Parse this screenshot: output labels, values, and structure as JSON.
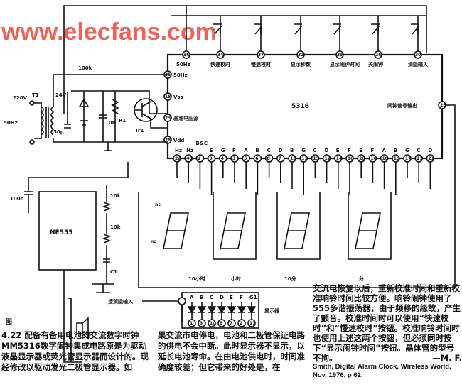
{
  "chip": {
    "name": "5316",
    "top_pins": [
      {
        "num": "36",
        "label": "50Hz"
      },
      {
        "num": "34",
        "label": "快速校时"
      },
      {
        "num": "37",
        "label": "慢速校时"
      },
      {
        "num": "32",
        "label": "显示秒数"
      },
      {
        "num": "39",
        "label": "显示闹钟时间"
      },
      {
        "num": "26",
        "label": "关闹钟"
      },
      {
        "num": "30",
        "label": "消隐输入"
      }
    ],
    "left_pins": [
      {
        "num": "35",
        "label": "50Hz"
      },
      {
        "num": "18",
        "label": "Vss"
      },
      {
        "num": "23",
        "label": "基准电压源"
      },
      {
        "num": "28",
        "label": "Vdd"
      }
    ],
    "right_pin": {
      "num": "25",
      "label": "闹钟信号输出"
    },
    "bottom_pins": [
      {
        "num": "22",
        "label": "Hz"
      },
      {
        "num": "40",
        "label": "Hz"
      },
      {
        "num": "2",
        "label": "B&C"
      },
      {
        "num": "9",
        "label": "E"
      },
      {
        "num": "4",
        "label": "G"
      },
      {
        "num": "3",
        "label": "F"
      },
      {
        "num": "5",
        "label": "A"
      },
      {
        "num": "6",
        "label": "B"
      },
      {
        "num": "8",
        "label": "C"
      },
      {
        "num": "7",
        "label": "D"
      },
      {
        "num": "13",
        "label": "B"
      },
      {
        "num": "11",
        "label": "G"
      },
      {
        "num": "15",
        "label": "C"
      },
      {
        "num": "12",
        "label": "D"
      },
      {
        "num": "14",
        "label": "E"
      },
      {
        "num": "10",
        "label": "F"
      },
      {
        "num": "20",
        "label": "E"
      },
      {
        "num": "16",
        "label": "F"
      },
      {
        "num": "18",
        "label": "A"
      },
      {
        "num": "19",
        "label": "B"
      },
      {
        "num": "17",
        "label": "G"
      },
      {
        "num": "27",
        "label": "C"
      },
      {
        "num": "21",
        "label": "D"
      }
    ]
  },
  "power": {
    "input_voltage": "220V",
    "transformer": "T1",
    "frequency": "50Hz",
    "secondary": "24V",
    "cap_filter": "50µ",
    "resistor": "100k",
    "cap_small": "10n",
    "pot": "R1",
    "transistor": "Tr1"
  },
  "oscillator": {
    "ic": "NE555",
    "cap_coupling": "100n",
    "r1": "10k",
    "r2": "10k",
    "cap_timing": "C1"
  },
  "displays": {
    "labels": [
      "10小时",
      "小时",
      "10分",
      "分"
    ],
    "nc": "nc"
  },
  "led_display": {
    "segments": [
      "A",
      "B",
      "C",
      "D",
      "E",
      "F",
      "G1"
    ],
    "pins": [
      "1",
      "3",
      "10",
      "8",
      "7",
      "2",
      "11"
    ],
    "input_label": "接消隐输入",
    "display_label": "显示器"
  },
  "watermark": "www.elecfans.com",
  "figure_mark": "图",
  "article": {
    "number": "4.22",
    "title": "配备有备用电池的交流数字时钟",
    "col1": "MM5316数字闹钟集成电路原是为驱动液晶显示器或荧光管显示器而设计的。现经修改以驱动发光二极管显示器。如",
    "col2": "果交流市电停电，电池和二极管保证电路的供电不会中断。此时显示器不显示，以延长电池寿命。在由电池供电时，时间准确度较差；但它带来的好处是，在",
    "col3": "交流电恢复以后，重新校准时间和重新校准响铃时间比较方便。响铃闹钟使用了555多谐振荡器，由于频移的缘故，产生了颤音。校准时间时可以使用“快速校时”和“慢速校时”按钮。校准响铃时间时也使用上述这两个按钮，但必须同时按下“显示闹钟时间”按钮。晶体管的型号不拘。",
    "author": "—M. F.",
    "citation": "Smith, Digital Alarm Clock, Wireless World, Nov. 1976, p 62."
  }
}
